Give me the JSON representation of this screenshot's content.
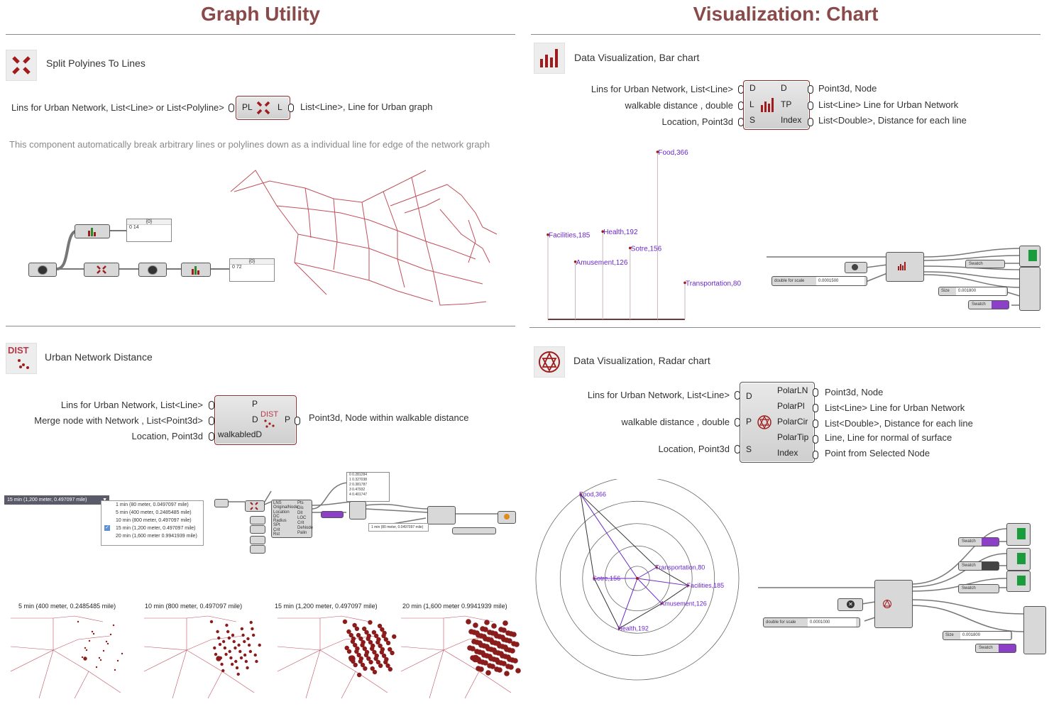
{
  "left": {
    "title": "Graph Utility",
    "split": {
      "name": "Split Polyines To Lines",
      "input_label": "Lins for Urban Network,  List<Line> or List<Polyline>",
      "output_label": "List<Line>, Line for Urban graph",
      "comp_in": "PL",
      "comp_out": "L",
      "description": "This component automatically break arbitrary lines or polylines down as a individual line for edge of the network graph",
      "panel1_header": "{0}",
      "panel1_value": "0  14",
      "panel2_header": "{0}",
      "panel2_value": "0  72"
    },
    "dist": {
      "icon_text": "DIST",
      "name": "Urban Network Distance",
      "inputs": [
        "Lins for Urban Network,  List<Line>",
        "Merge node with Network ,  List<Point3d>",
        "Location, Point3d"
      ],
      "ports_in": [
        "P",
        "D",
        "walkabledD"
      ],
      "comp_label": "DIST",
      "port_out": "P",
      "output_label": "Point3d, Node within walkable distance",
      "dropdown_selected": "15 min (1,200 meter, 0.497097 mile)",
      "dropdown_options": [
        "1 min (80 meter, 0.0497097 mile)",
        "5 min (400 meter, 0.2485485 mile)",
        "10 min (800 meter, 0.497097 mile)",
        "15 min (1,200 meter, 0.497097 mile)",
        "20 min (1,600 meter 0.9941939 mile)"
      ],
      "mini_ports_in": [
        "LNS",
        "OriginalNode",
        "Location",
        "DC",
        "Radius",
        "SPt",
        "Crit",
        "Rst"
      ],
      "mini_ports_out": [
        "Pts",
        "Dis",
        "Dit",
        "LOC",
        "Crit",
        "DeNode",
        "Palin"
      ],
      "mini_dropdown": "1 min (80 meter, 0.0497097 mile)",
      "mini_panel_values": [
        "0  0.281284",
        "1  0.327038",
        "2  0.381787",
        "3  0.47932",
        "4  0.401747"
      ],
      "captions": [
        "5 min (400 meter, 0.2485485 mile)",
        "10 min (800 meter, 0.497097 mile)",
        "15 min (1,200 meter, 0.497097 mile)",
        "20 min (1,600 meter 0.9941939 mile)"
      ]
    }
  },
  "right": {
    "title": "Visualization: Chart",
    "bar": {
      "name": "Data Visualization, Bar chart",
      "inputs": [
        "Lins for Urban Network,  List<Line>",
        "walkable distance , double",
        "Location, Point3d"
      ],
      "ports_in": [
        "D",
        "L",
        "S"
      ],
      "ports_out": [
        "D",
        "TP",
        "Index"
      ],
      "outputs": [
        "Point3d, Node",
        "List<Line> Line for Urban Network",
        "List<Double>, Distance for each line"
      ],
      "gh_scale_label": "double for scale",
      "gh_scale_value": "0.0001500",
      "gh_size_label": "Size",
      "gh_size_value": "0.001800",
      "gh_swatch": "Swatch"
    },
    "radar": {
      "name": "Data Visualization, Radar chart",
      "inputs": [
        "Lins for Urban Network,  List<Line>",
        "walkable distance ,  double",
        "Location, Point3d"
      ],
      "ports_in": [
        "D",
        "P",
        "S"
      ],
      "ports_out": [
        "PolarLN",
        "PolarPl",
        "PolarCir",
        "PolarTip",
        "Index"
      ],
      "outputs": [
        "Point3d, Node",
        "List<Line> Line for Urban Network",
        "List<Double>, Distance for each line",
        "Line, Line for normal of surface",
        "Point from Selected Node"
      ],
      "gh_scale_label": "double for scale",
      "gh_scale_value": "0.0001000",
      "gh_size_label": "Size",
      "gh_size_value": "0.001800",
      "gh_swatch": "Swatch"
    }
  },
  "chart_data": [
    {
      "type": "bar",
      "categories": [
        "Facilities",
        "Amusement",
        "Health",
        "Sotre",
        "Food",
        "Transportation"
      ],
      "values": [
        185,
        126,
        192,
        156,
        366,
        80
      ],
      "labels": [
        "Facilities,185",
        "Amusement,126",
        "Health,192",
        "Sotre,156",
        "Food,366",
        "Transportation,80"
      ],
      "title": "",
      "xlabel": "",
      "ylabel": "",
      "grid": false,
      "colors": {
        "bar": "#a01c1c",
        "label": "#6a28c8"
      }
    },
    {
      "type": "radar",
      "categories": [
        "Food",
        "Transportation",
        "Facilities",
        "Amusement",
        "Health",
        "Sotre"
      ],
      "values": [
        366,
        80,
        185,
        126,
        192,
        156
      ],
      "labels": [
        "Food,366",
        "Transportation,80",
        "Facilities,185",
        "Amusement,126",
        "Health,192",
        "Sotre,156"
      ],
      "title": "",
      "grid": true,
      "colors": {
        "polygon": "#333333",
        "spoke": "#6a28c8",
        "label": "#6a28c8"
      }
    }
  ]
}
